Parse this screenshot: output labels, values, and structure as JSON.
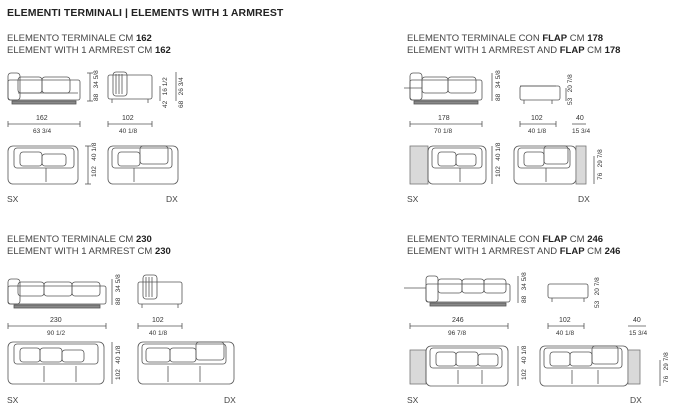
{
  "header": {
    "title": "ELEMENTI TERMINALI | ELEMENTS WITH 1 ARMREST"
  },
  "blocks": [
    {
      "line1_prefix": "ELEMENTO TERMINALE CM ",
      "line1_value": "162",
      "line2_prefix": "ELEMENT WITH 1 ARMREST CM ",
      "line2_value": "162",
      "width_cm": "162",
      "width_in": "63 3/4",
      "height_cm": "88",
      "height_in": "34 5/8",
      "depth_cm": "102",
      "depth_in": "40 1/8",
      "seat_cm": "42",
      "seat_in": "16 1/2",
      "back_cm": "68",
      "back_in": "26 3/4",
      "plan_depth_cm": "102",
      "plan_depth_in": "40 1/8",
      "left_label": "SX",
      "right_label": "DX"
    },
    {
      "line1_prefix": "ELEMENTO TERMINALE CON ",
      "line1_bold": "FLAP",
      "line1_mid": " CM ",
      "line1_value": "178",
      "line2_prefix": "ELEMENT WITH 1 ARMREST AND ",
      "line2_bold": "FLAP",
      "line2_mid": " CM ",
      "line2_value": "178",
      "width_cm": "178",
      "width_in": "70 1/8",
      "height_cm": "88",
      "height_in": "34 5/8",
      "depth_cm": "102",
      "depth_in": "40 1/8",
      "flap_h_cm": "53",
      "flap_h_in": "20 7/8",
      "flap_w_cm": "40",
      "flap_w_in": "15 3/4",
      "plan_depth_cm": "102",
      "plan_depth_in": "40 1/8",
      "flap_d_cm": "76",
      "flap_d_in": "29 7/8",
      "left_label": "SX",
      "right_label": "DX"
    },
    {
      "line1_prefix": "ELEMENTO TERMINALE CM ",
      "line1_value": "230",
      "line2_prefix": "ELEMENT WITH 1 ARMREST CM ",
      "line2_value": "230",
      "width_cm": "230",
      "width_in": "90 1/2",
      "height_cm": "88",
      "height_in": "34 5/8",
      "depth_cm": "102",
      "depth_in": "40 1/8",
      "plan_depth_cm": "102",
      "plan_depth_in": "40 1/8",
      "left_label": "SX",
      "right_label": "DX"
    },
    {
      "line1_prefix": "ELEMENTO TERMINALE CON ",
      "line1_bold": "FLAP",
      "line1_mid": " CM ",
      "line1_value": "246",
      "line2_prefix": "ELEMENT WITH 1 ARMREST AND ",
      "line2_bold": "FLAP",
      "line2_mid": " CM ",
      "line2_value": "246",
      "width_cm": "246",
      "width_in": "96 7/8",
      "height_cm": "88",
      "height_in": "34 5/8",
      "depth_cm": "102",
      "depth_in": "40 1/8",
      "flap_h_cm": "53",
      "flap_h_in": "20 7/8",
      "flap_w_cm": "40",
      "flap_w_in": "15 3/4",
      "plan_depth_cm": "102",
      "plan_depth_in": "40 1/8",
      "flap_d_cm": "76",
      "flap_d_in": "29 7/8",
      "left_label": "SX",
      "right_label": "DX"
    }
  ]
}
